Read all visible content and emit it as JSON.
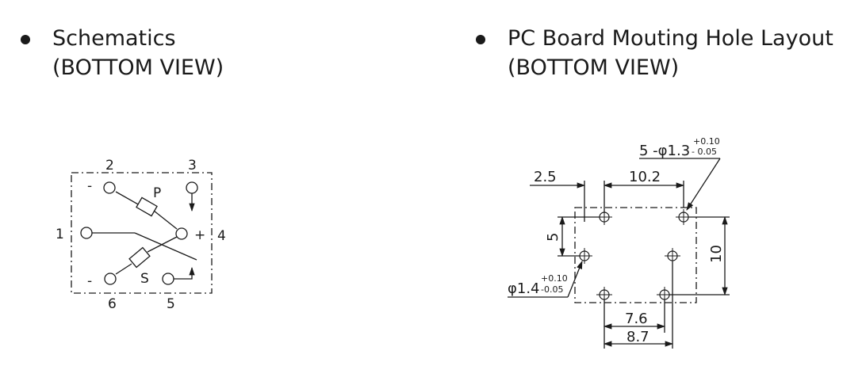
{
  "left_heading": {
    "line1": "Schematics",
    "line2": "(BOTTOM VIEW)"
  },
  "right_heading": {
    "line1": "PC Board Mouting Hole Layout",
    "line2": "(BOTTOM VIEW)"
  },
  "schematic": {
    "pins": {
      "p1": "1",
      "p2": "2",
      "p3": "3",
      "p4": "4",
      "p5": "5",
      "p6": "6"
    },
    "coil_labels": {
      "p": "P",
      "s": "S"
    },
    "polarity": {
      "minus_top": "-",
      "minus_bottom": "-",
      "plus": "+"
    }
  },
  "layout": {
    "holes_label": {
      "prefix": "5 -φ1.3",
      "tol_plus": "+0.10",
      "tol_minus": "- 0.05"
    },
    "hole14_label": {
      "prefix": "φ1.4",
      "tol_plus": "+0.10",
      "tol_minus": "-0.05"
    },
    "dims": {
      "d2_5": "2.5",
      "d10_2": "10.2",
      "d5": "5",
      "d10": "10",
      "d7_6": "7.6",
      "d8_7": "8.7"
    }
  }
}
